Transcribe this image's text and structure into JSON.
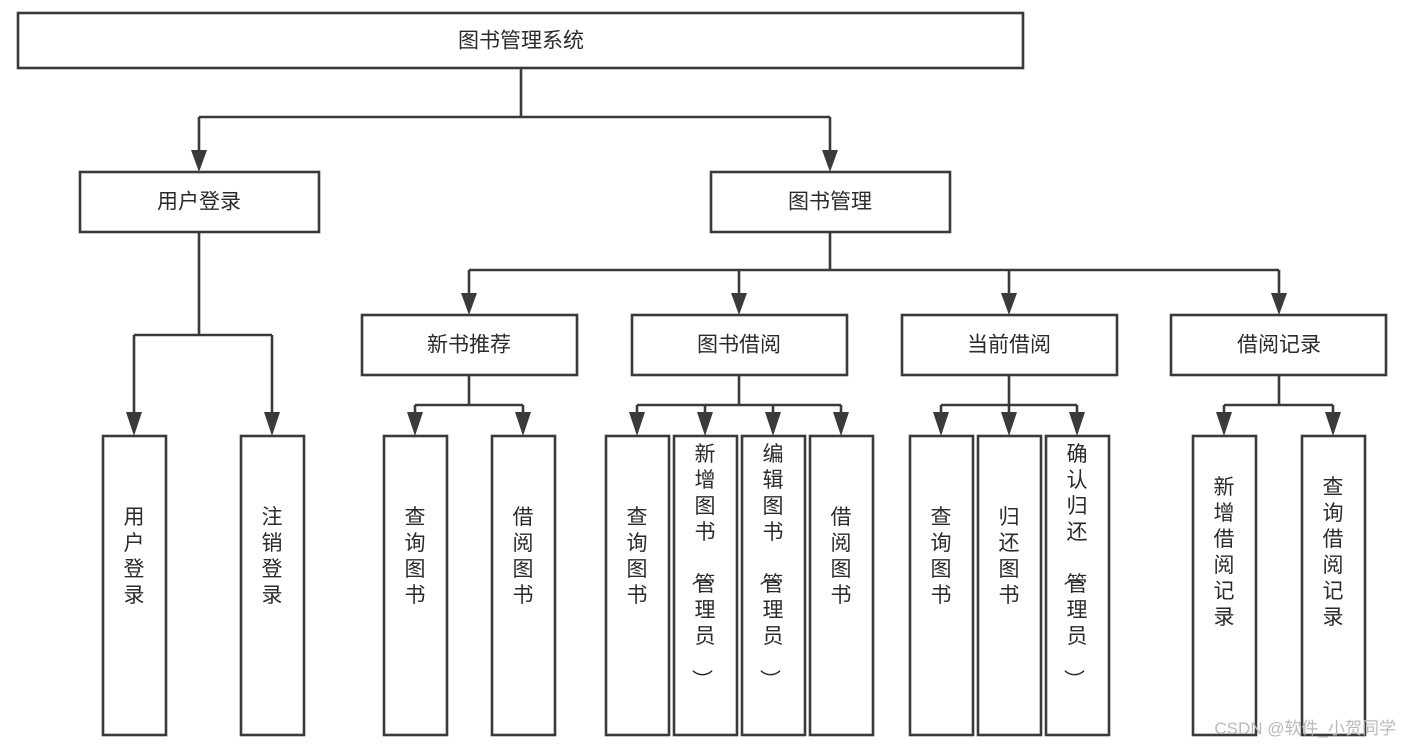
{
  "diagram": {
    "title": "图书管理系统",
    "type": "tree-hierarchy",
    "orientation": "top-down",
    "colors": {
      "stroke": "#3a3a3a",
      "box_fill": "#ffffff",
      "text": "#2b2b2b",
      "background": "#ffffff",
      "watermark": "#b9b9b9"
    },
    "root": {
      "id": "root",
      "label": "图书管理系统",
      "text_orientation": "horizontal"
    },
    "level1": [
      {
        "id": "l1-user-login",
        "label": "用户登录",
        "text_orientation": "horizontal"
      },
      {
        "id": "l1-book-manage",
        "label": "图书管理",
        "text_orientation": "horizontal"
      }
    ],
    "level2": [
      {
        "id": "l2-new-book-rec",
        "label": "新书推荐",
        "parent": "l1-book-manage",
        "text_orientation": "horizontal"
      },
      {
        "id": "l2-book-borrow",
        "label": "图书借阅",
        "parent": "l1-book-manage",
        "text_orientation": "horizontal"
      },
      {
        "id": "l2-current-borrow",
        "label": "当前借阅",
        "parent": "l1-book-manage",
        "text_orientation": "horizontal"
      },
      {
        "id": "l2-borrow-record",
        "label": "借阅记录",
        "parent": "l1-book-manage",
        "text_orientation": "horizontal"
      }
    ],
    "leaves": [
      {
        "id": "leaf-user-login",
        "label": "用户登录",
        "parent": "l1-user-login",
        "text_orientation": "vertical"
      },
      {
        "id": "leaf-user-logout",
        "label": "注销登录",
        "parent": "l1-user-login",
        "text_orientation": "vertical"
      },
      {
        "id": "leaf-query-book-1",
        "label": "查询图书",
        "parent": "l2-new-book-rec",
        "text_orientation": "vertical"
      },
      {
        "id": "leaf-borrow-book-1",
        "label": "借阅图书",
        "parent": "l2-new-book-rec",
        "text_orientation": "vertical"
      },
      {
        "id": "leaf-query-book-2",
        "label": "查询图书",
        "parent": "l2-book-borrow",
        "text_orientation": "vertical"
      },
      {
        "id": "leaf-add-book",
        "label": "新增图书（管理员）",
        "parent": "l2-book-borrow",
        "text_orientation": "vertical"
      },
      {
        "id": "leaf-edit-book",
        "label": "编辑图书（管理员）",
        "parent": "l2-book-borrow",
        "text_orientation": "vertical"
      },
      {
        "id": "leaf-borrow-book-2",
        "label": "借阅图书",
        "parent": "l2-book-borrow",
        "text_orientation": "vertical"
      },
      {
        "id": "leaf-query-book-3",
        "label": "查询图书",
        "parent": "l2-current-borrow",
        "text_orientation": "vertical"
      },
      {
        "id": "leaf-return-book",
        "label": "归还图书",
        "parent": "l2-current-borrow",
        "text_orientation": "vertical"
      },
      {
        "id": "leaf-confirm-return",
        "label": "确认归还（管理员）",
        "parent": "l2-current-borrow",
        "text_orientation": "vertical"
      },
      {
        "id": "leaf-add-record",
        "label": "新增借阅记录",
        "parent": "l2-borrow-record",
        "text_orientation": "vertical"
      },
      {
        "id": "leaf-query-record",
        "label": "查询借阅记录",
        "parent": "l2-borrow-record",
        "text_orientation": "vertical"
      }
    ],
    "watermark": "CSDN @软件_小贺同学"
  }
}
